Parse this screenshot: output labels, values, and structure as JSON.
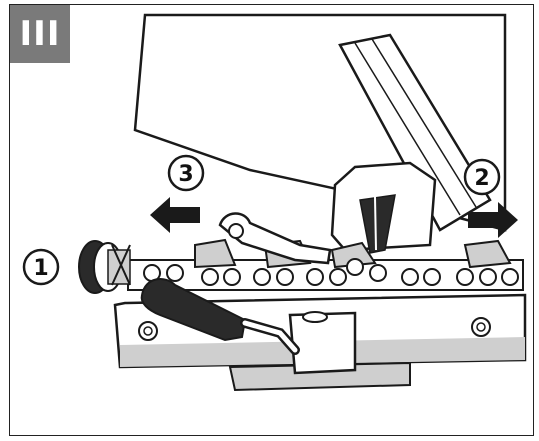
{
  "step": {
    "label": "III"
  },
  "callouts": [
    {
      "id": "1",
      "label": "1"
    },
    {
      "id": "2",
      "label": "2"
    },
    {
      "id": "3",
      "label": "3"
    }
  ],
  "colors": {
    "badge_bg": "#7a7a7a",
    "outline": "#1a1a1a",
    "shade": "#cfcfcf",
    "dark": "#2a2a2a"
  }
}
